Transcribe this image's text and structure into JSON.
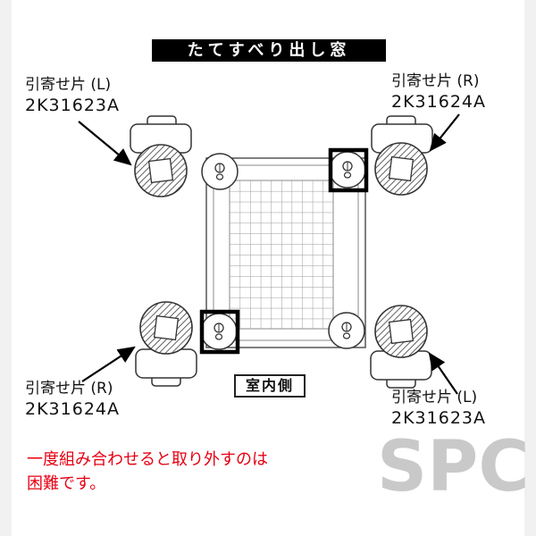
{
  "title_banner": {
    "text": "たてすべり出し窓",
    "bg_color": "#000000",
    "fg_color": "#ffffff"
  },
  "parts": {
    "top_left": {
      "label": "引寄せ片 (L)",
      "part_no": "2K31623A"
    },
    "top_right": {
      "label": "引寄せ片 (R)",
      "part_no": "2K31624A"
    },
    "bottom_left": {
      "label": "引寄せ片 (R)",
      "part_no": "2K31624A"
    },
    "bottom_right": {
      "label": "引寄せ片 (L)",
      "part_no": "2K31623A"
    }
  },
  "diagram": {
    "indoor_side_label": "室内側"
  },
  "note": {
    "line1": "一度組み合わせると取り外すのは",
    "line2": "困難です。",
    "color": "#e60012"
  },
  "watermark": {
    "text": "SPC",
    "color": "#c9c9c9"
  }
}
